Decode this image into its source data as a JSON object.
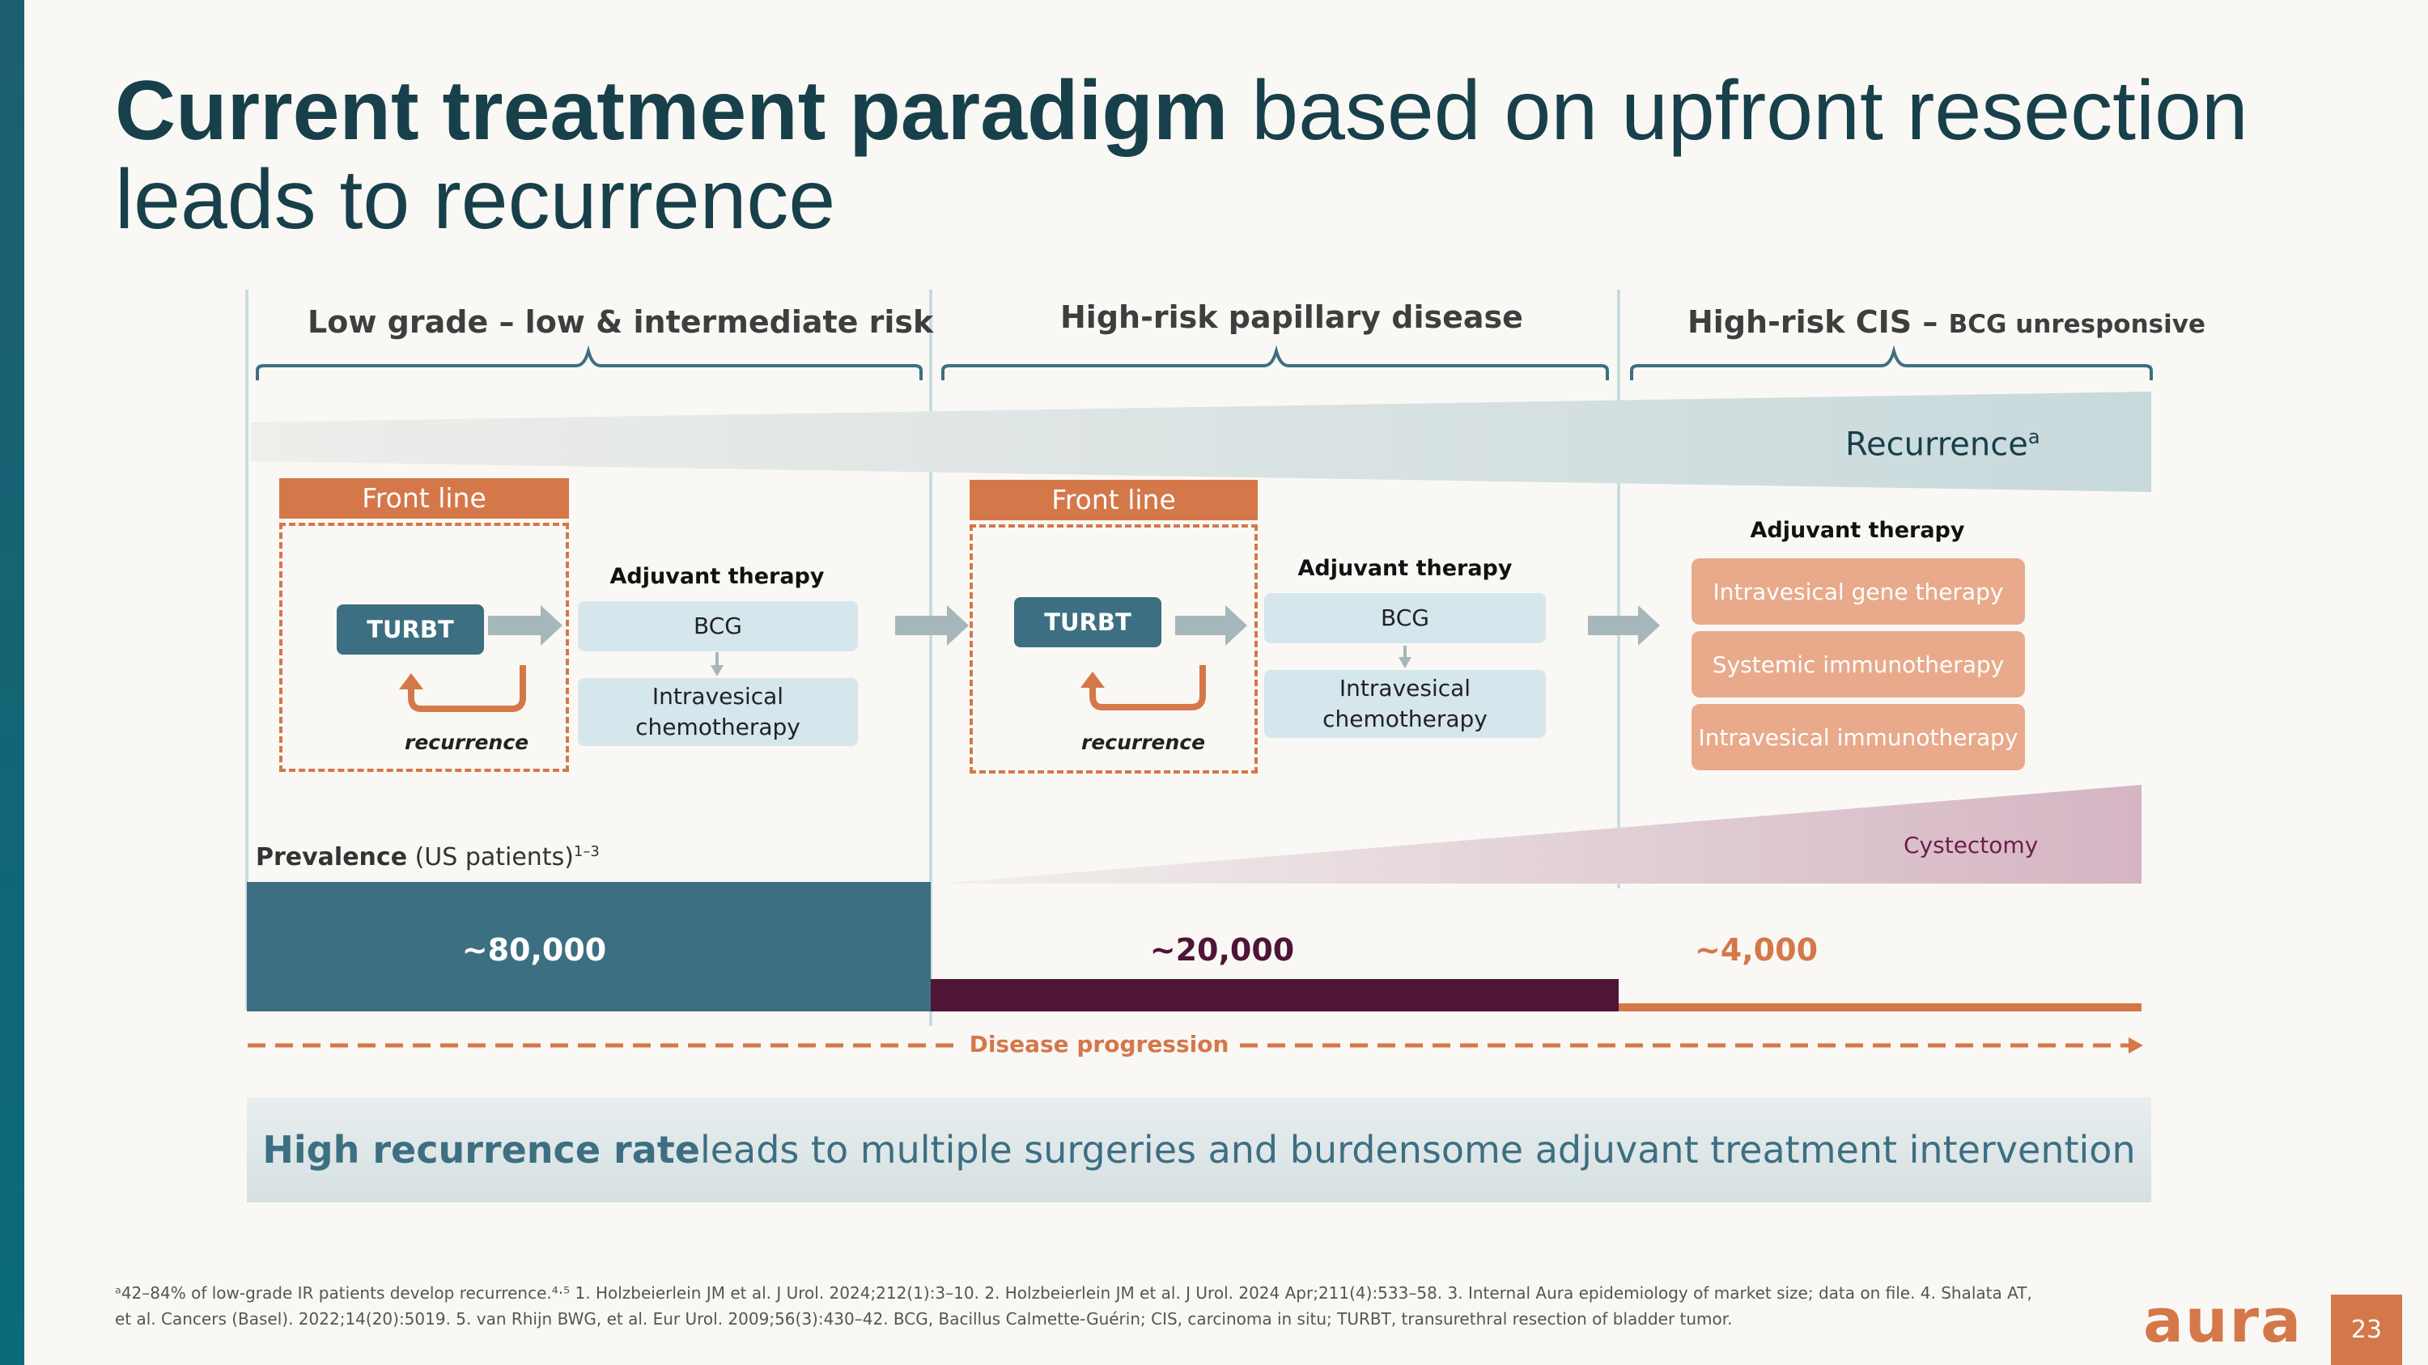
{
  "slide": {
    "title_bold": "Current treatment paradigm",
    "title_rest": " based on upfront resection leads to recurrence",
    "page_number": "23",
    "logo": "aura"
  },
  "columns": {
    "low": "Low grade – low & intermediate risk",
    "high": "High-risk papillary disease",
    "cis_main": "High-risk CIS – ",
    "cis_small": "BCG unresponsive"
  },
  "recurrence_band": {
    "label": "Recurrence",
    "superscript": "a"
  },
  "front_line": "Front line",
  "turbt": "TURBT",
  "recurrence_loop": "recurrence",
  "adjuvant_label": "Adjuvant therapy",
  "bcg": "BCG",
  "intravesical_chemo": "Intravesical chemotherapy",
  "cis_therapies": [
    "Intravesical gene therapy",
    "Systemic immunotherapy",
    "Intravesical immunotherapy"
  ],
  "cystectomy": "Cystectomy",
  "prevalence": {
    "bold": "Prevalence",
    "rest": " (US patients)",
    "sup": "1–3"
  },
  "chart_data": {
    "type": "bar",
    "categories": [
      "Low grade – low & intermediate risk",
      "High-risk papillary disease",
      "High-risk CIS – BCG unresponsive"
    ],
    "values": [
      80000,
      20000,
      4000
    ],
    "labels": [
      "~80,000",
      "~20,000",
      "~4,000"
    ],
    "colors": [
      "#3D6F82",
      "#4E1536",
      "#D4784A"
    ]
  },
  "progression": "Disease progression",
  "banner": {
    "bold": "High recurrence rate",
    "rest": " leads to multiple surgeries and burdensome adjuvant treatment intervention"
  },
  "footnote_line1": "ᵃ42–84% of low-grade IR patients develop recurrence.⁴·⁵ 1. Holzbeierlein JM et al. J Urol. 2024;212(1):3–10. 2. Holzbeierlein JM et al. J Urol. 2024 Apr;211(4):533–58. 3. Internal Aura epidemiology of market size; data on file. 4. Shalata AT,",
  "footnote_line2": "et al. Cancers (Basel). 2022;14(20):5019. 5. van Rhijn BWG, et al. Eur Urol. 2009;56(3):430–42. BCG, Bacillus Calmette-Guérin; CIS, carcinoma in situ; TURBT, transurethral resection of bladder tumor.",
  "colors": {
    "accent": "#D4784A",
    "teal": "#3D6F82",
    "plum": "#4E1536",
    "title": "#17404B"
  }
}
